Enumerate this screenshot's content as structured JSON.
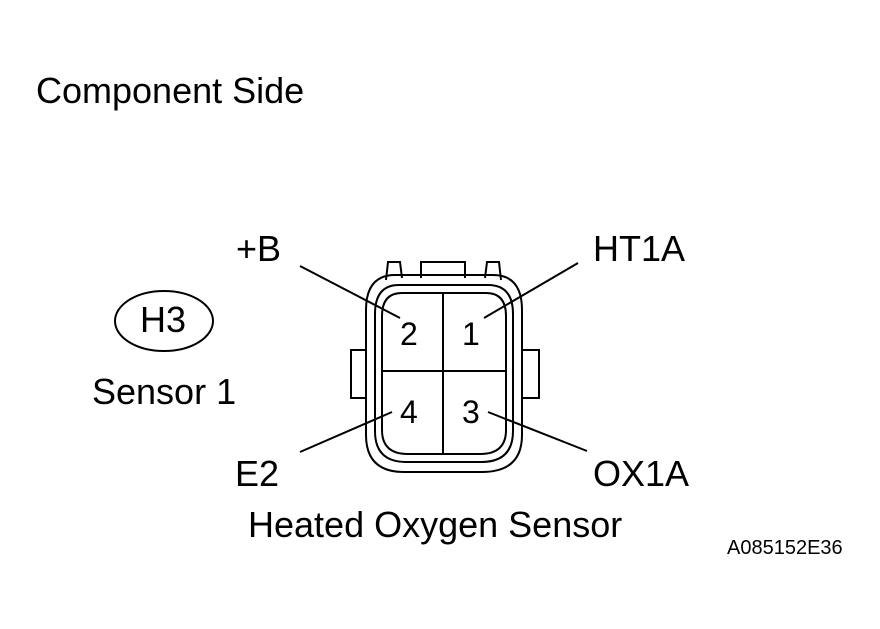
{
  "title": "Component Side",
  "connector": {
    "code": "H3",
    "sensor": "Sensor 1",
    "name": "Heated Oxygen Sensor"
  },
  "pins": {
    "pin1": {
      "number": "1",
      "signal": "HT1A"
    },
    "pin2": {
      "number": "2",
      "signal": "+B"
    },
    "pin3": {
      "number": "3",
      "signal": "OX1A"
    },
    "pin4": {
      "number": "4",
      "signal": "E2"
    }
  },
  "figure_id": "A085152E36"
}
